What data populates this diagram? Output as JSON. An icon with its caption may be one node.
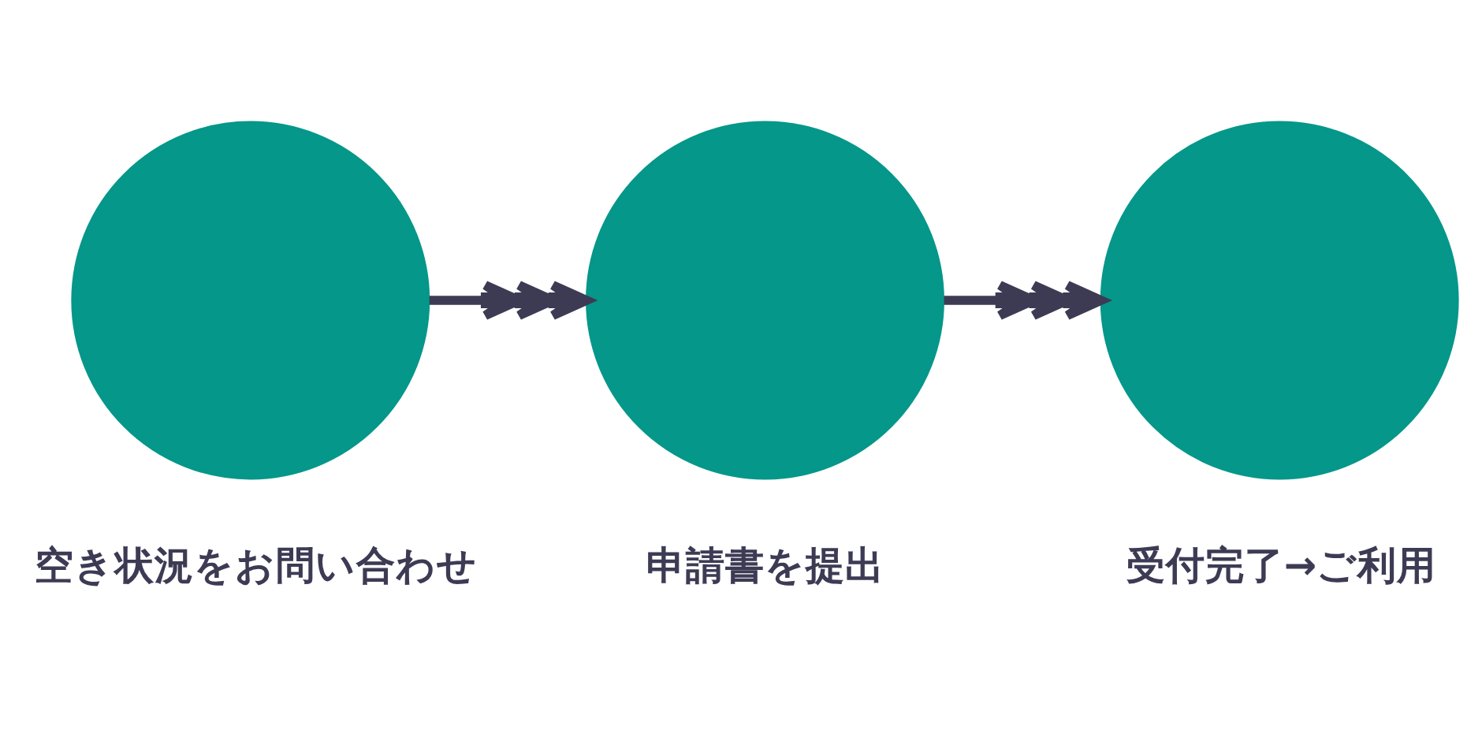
{
  "diagram": {
    "nodes": [
      {
        "text": [],
        "shape": "circle",
        "beside": [
          "空き状況をお問い合わせ"
        ]
      },
      {
        "text": [],
        "shape": "circle",
        "beside": [
          "申請書を提出"
        ]
      },
      {
        "text": [],
        "shape": "circle",
        "beside": [
          "受付完了→ご利用"
        ]
      }
    ],
    "edges": [
      {
        "from": 0,
        "to": 1,
        "arrow": "to"
      },
      {
        "from": 1,
        "to": 2,
        "arrow": "to"
      }
    ]
  }
}
